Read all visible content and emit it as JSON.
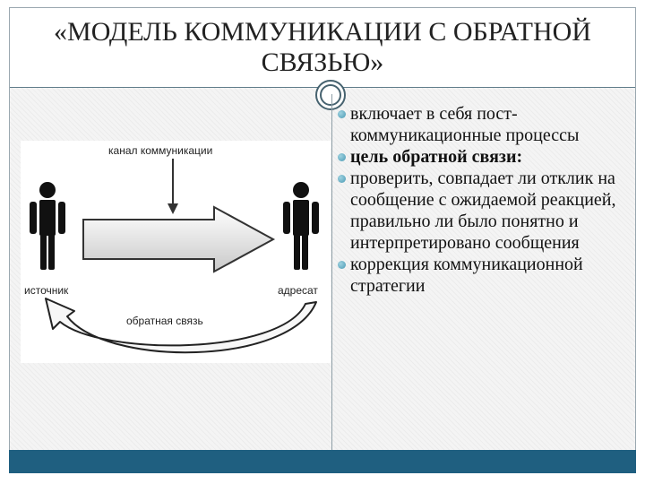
{
  "slide": {
    "title_line1": "«МОДЕЛЬ КОММУНИКАЦИИ С ОБРАТНОЙ",
    "title_line2": "СВЯЗЬЮ»"
  },
  "diagram": {
    "channel_label": "канал коммуникации",
    "source_label": "источник",
    "receiver_label": "адресат",
    "feedback_label": "обратная связь"
  },
  "bullets": [
    {
      "text": "включает в себя пост-коммуникационные процессы",
      "bold": false
    },
    {
      "text": "цель обратной связи:",
      "bold": true
    },
    {
      "text": "проверить, совпадает ли отклик на сообщение с ожидаемой реакцией, правильно ли было понятно и интерпретировано сообщения",
      "bold": false
    },
    {
      "text": "коррекция коммуникационной стратегии",
      "bold": false
    }
  ],
  "colors": {
    "footer_bar": "#1f5f80",
    "ring": "#46626f",
    "bullet": "#4a9ab4"
  }
}
